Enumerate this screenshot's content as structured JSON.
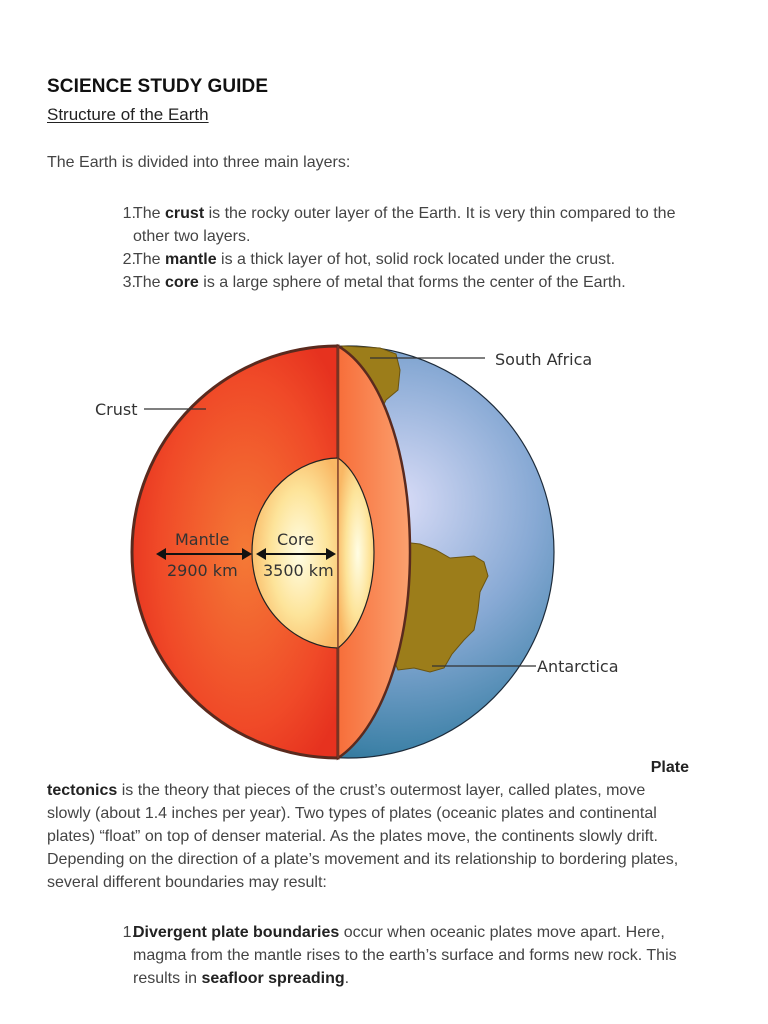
{
  "header": {
    "title": "SCIENCE STUDY GUIDE",
    "subtitle": "Structure of the Earth"
  },
  "intro": "The Earth is divided into three main layers:",
  "layers_list": [
    {
      "number": "1.",
      "pre": "The ",
      "bold": "crust",
      "post": " is the rocky outer layer of the Earth. It is very thin compared to the",
      "cont": "other two layers."
    },
    {
      "number": "2.",
      "pre": "The ",
      "bold": "mantle",
      "post": " is a thick layer of hot, solid rock located under the crust."
    },
    {
      "number": "3.",
      "pre": "The ",
      "bold": "core",
      "post": " is a large sphere of metal that forms the center of the Earth."
    }
  ],
  "diagram": {
    "labels": {
      "crust": "Crust",
      "south_africa": "South Africa",
      "antarctica": "Antarctica",
      "mantle": "Mantle",
      "mantle_depth": "2900 km",
      "core": "Core",
      "core_depth": "3500 km"
    },
    "colors": {
      "mantle_outer": "#ef3b24",
      "mantle_inner": "#f99a4a",
      "core_outer": "#fcd47a",
      "core_inner": "#fffde0",
      "ocean_light": "#c9cff2",
      "ocean_dark": "#0e5d78",
      "land": "#9c7d1a",
      "crust_edge": "#5a2a1e"
    }
  },
  "plate_tectonics": {
    "term_part1": "Plate",
    "term_part2": "tectonics",
    "line1_rest": " is the theory that pieces of the crust’s outermost layer, called plates, move",
    "line2": "slowly (about 1.4 inches per year). Two types of plates (oceanic plates and continental",
    "line3": "plates) “float” on top of denser material. As the plates move, the continents slowly drift.",
    "line4": "Depending on the direction of a plate’s movement and its relationship to bordering plates,",
    "line5": "several different boundaries may result:"
  },
  "boundaries_list": [
    {
      "number": "1.",
      "bold": "Divergent plate boundaries",
      "post": " occur when oceanic plates move apart. Here,",
      "cont1": "magma from the mantle rises to the earth’s surface and forms new rock. This",
      "cont2_pre": "results in ",
      "cont2_bold": "seafloor spreading",
      "cont2_post": "."
    }
  ]
}
